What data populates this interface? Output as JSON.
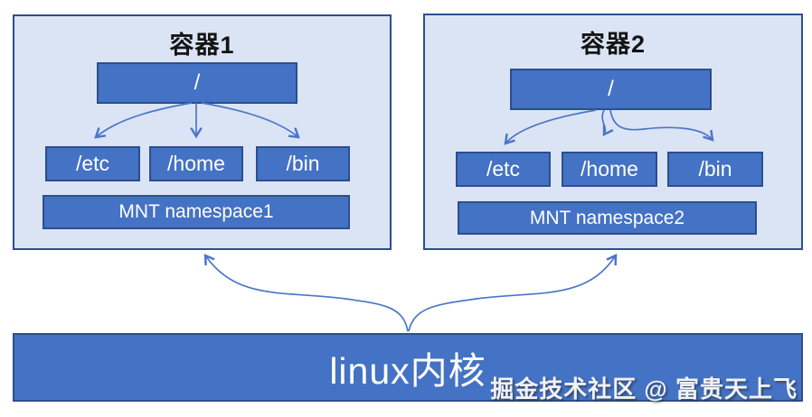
{
  "colors": {
    "box_fill": "#4472c4",
    "box_border": "#2d4e8f",
    "panel_bg": "#dbe4f4",
    "panel_border": "#2d4e8f",
    "arrow": "#4b76c7"
  },
  "containers": [
    {
      "title": "容器1",
      "root": "/",
      "children": [
        "/etc",
        "/home",
        "/bin"
      ],
      "namespace": "MNT namespace1"
    },
    {
      "title": "容器2",
      "root": "/",
      "children": [
        "/etc",
        "/home",
        "/bin"
      ],
      "namespace": "MNT namespace2"
    }
  ],
  "kernel": {
    "label": "linux内核"
  },
  "watermark": "掘金技术社区 @ 富贵天上飞"
}
